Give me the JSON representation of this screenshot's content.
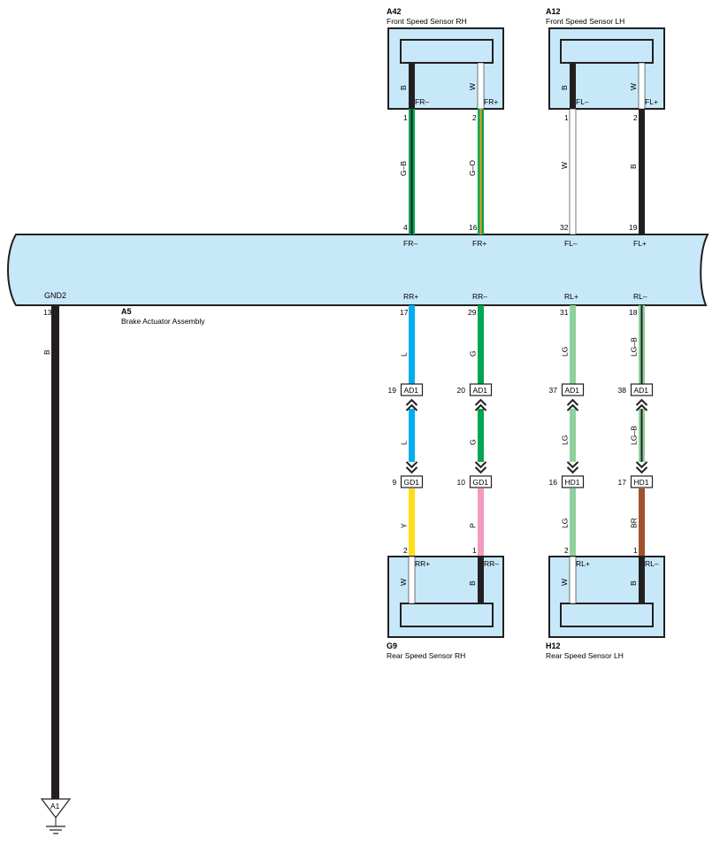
{
  "components": {
    "a42": {
      "code": "A42",
      "name": "Front Speed Sensor RH",
      "pins": {
        "left": {
          "num": "1",
          "label": "FR–",
          "wire": "B"
        },
        "right": {
          "num": "2",
          "label": "FR+",
          "wire": "W"
        }
      }
    },
    "a12": {
      "code": "A12",
      "name": "Front Speed Sensor LH",
      "pins": {
        "left": {
          "num": "1",
          "label": "FL–",
          "wire": "B"
        },
        "right": {
          "num": "2",
          "label": "FL+",
          "wire": "W"
        }
      }
    },
    "g9": {
      "code": "G9",
      "name": "Rear Speed Sensor RH",
      "pins": {
        "left": {
          "num": "2",
          "label": "RR+",
          "wire": "W"
        },
        "right": {
          "num": "1",
          "label": "RR–",
          "wire": "B"
        }
      }
    },
    "h12": {
      "code": "H12",
      "name": "Rear Speed Sensor LH",
      "pins": {
        "left": {
          "num": "2",
          "label": "RL+",
          "wire": "W"
        },
        "right": {
          "num": "1",
          "label": "RL–",
          "wire": "B"
        }
      }
    },
    "a5": {
      "code": "A5",
      "name": "Brake Actuator Assembly",
      "gnd": {
        "label": "GND2",
        "num": "13",
        "wire": "B"
      },
      "top_pins": [
        {
          "num": "4",
          "label": "FR–"
        },
        {
          "num": "16",
          "label": "FR+"
        },
        {
          "num": "32",
          "label": "FL–"
        },
        {
          "num": "19",
          "label": "FL+"
        }
      ],
      "bottom_pins": [
        {
          "num": "17",
          "label": "RR+"
        },
        {
          "num": "29",
          "label": "RR–"
        },
        {
          "num": "31",
          "label": "RL+"
        },
        {
          "num": "18",
          "label": "RL–"
        }
      ]
    }
  },
  "front_wires": [
    {
      "color_code": "G–B",
      "colors": [
        "#00a651",
        "#231f20"
      ]
    },
    {
      "color_code": "G–O",
      "colors": [
        "#00a651",
        "#f7941d"
      ]
    },
    {
      "color_code": "W",
      "colors": [
        "#ffffff"
      ]
    },
    {
      "color_code": "B",
      "colors": [
        "#231f20"
      ]
    }
  ],
  "rear_columns": [
    {
      "upper_wire": "L",
      "upper_colors": [
        "#00aeef"
      ],
      "ad_pin": "19",
      "ad_conn": "AD1",
      "mid_wire": "L",
      "mid_colors": [
        "#00aeef"
      ],
      "gd_pin": "9",
      "gd_conn": "GD1",
      "lower_wire": "Y",
      "lower_colors": [
        "#ffde17"
      ]
    },
    {
      "upper_wire": "G",
      "upper_colors": [
        "#00a651"
      ],
      "ad_pin": "20",
      "ad_conn": "AD1",
      "mid_wire": "G",
      "mid_colors": [
        "#00a651"
      ],
      "gd_pin": "10",
      "gd_conn": "GD1",
      "lower_wire": "P",
      "lower_colors": [
        "#f49ac1"
      ]
    },
    {
      "upper_wire": "LG",
      "upper_colors": [
        "#8fd19e"
      ],
      "ad_pin": "37",
      "ad_conn": "AD1",
      "mid_wire": "LG",
      "mid_colors": [
        "#8fd19e"
      ],
      "gd_pin": "16",
      "gd_conn": "HD1",
      "lower_wire": "LG",
      "lower_colors": [
        "#8fd19e"
      ]
    },
    {
      "upper_wire": "LG–B",
      "upper_colors": [
        "#8fd19e",
        "#231f20"
      ],
      "ad_pin": "38",
      "ad_conn": "AD1",
      "mid_wire": "LG–B",
      "mid_colors": [
        "#8fd19e",
        "#231f20"
      ],
      "gd_pin": "17",
      "gd_conn": "HD1",
      "lower_wire": "BR",
      "lower_colors": [
        "#a0522d"
      ]
    }
  ],
  "ground": {
    "label": "A1"
  },
  "colors": {
    "box_fill": "#c7e8f9",
    "black": "#231f20",
    "white": "#ffffff"
  }
}
